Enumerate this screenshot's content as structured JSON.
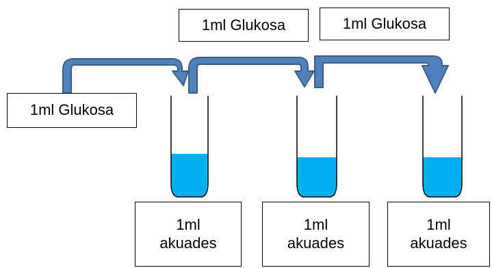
{
  "colors": {
    "arrow_fill": "#4F81BD",
    "arrow_stroke": "#385D8A",
    "liquid": "#00B0F0",
    "tube_outline": "#000000"
  },
  "labels": {
    "source": "1ml Glukosa",
    "transfer_1": "1ml Glukosa",
    "transfer_2": "1ml Glukosa"
  },
  "tubes": [
    {
      "line1": "1ml",
      "line2": "akuades"
    },
    {
      "line1": "1ml",
      "line2": "akuades"
    },
    {
      "line1": "1ml",
      "line2": "akuades"
    }
  ],
  "arrows": [
    {
      "from": "source",
      "to": "tube-1",
      "icon": "curved-arrow"
    },
    {
      "from": "tube-1",
      "to": "tube-2",
      "icon": "curved-arrow"
    },
    {
      "from": "tube-2",
      "to": "tube-3",
      "icon": "curved-arrow"
    }
  ]
}
